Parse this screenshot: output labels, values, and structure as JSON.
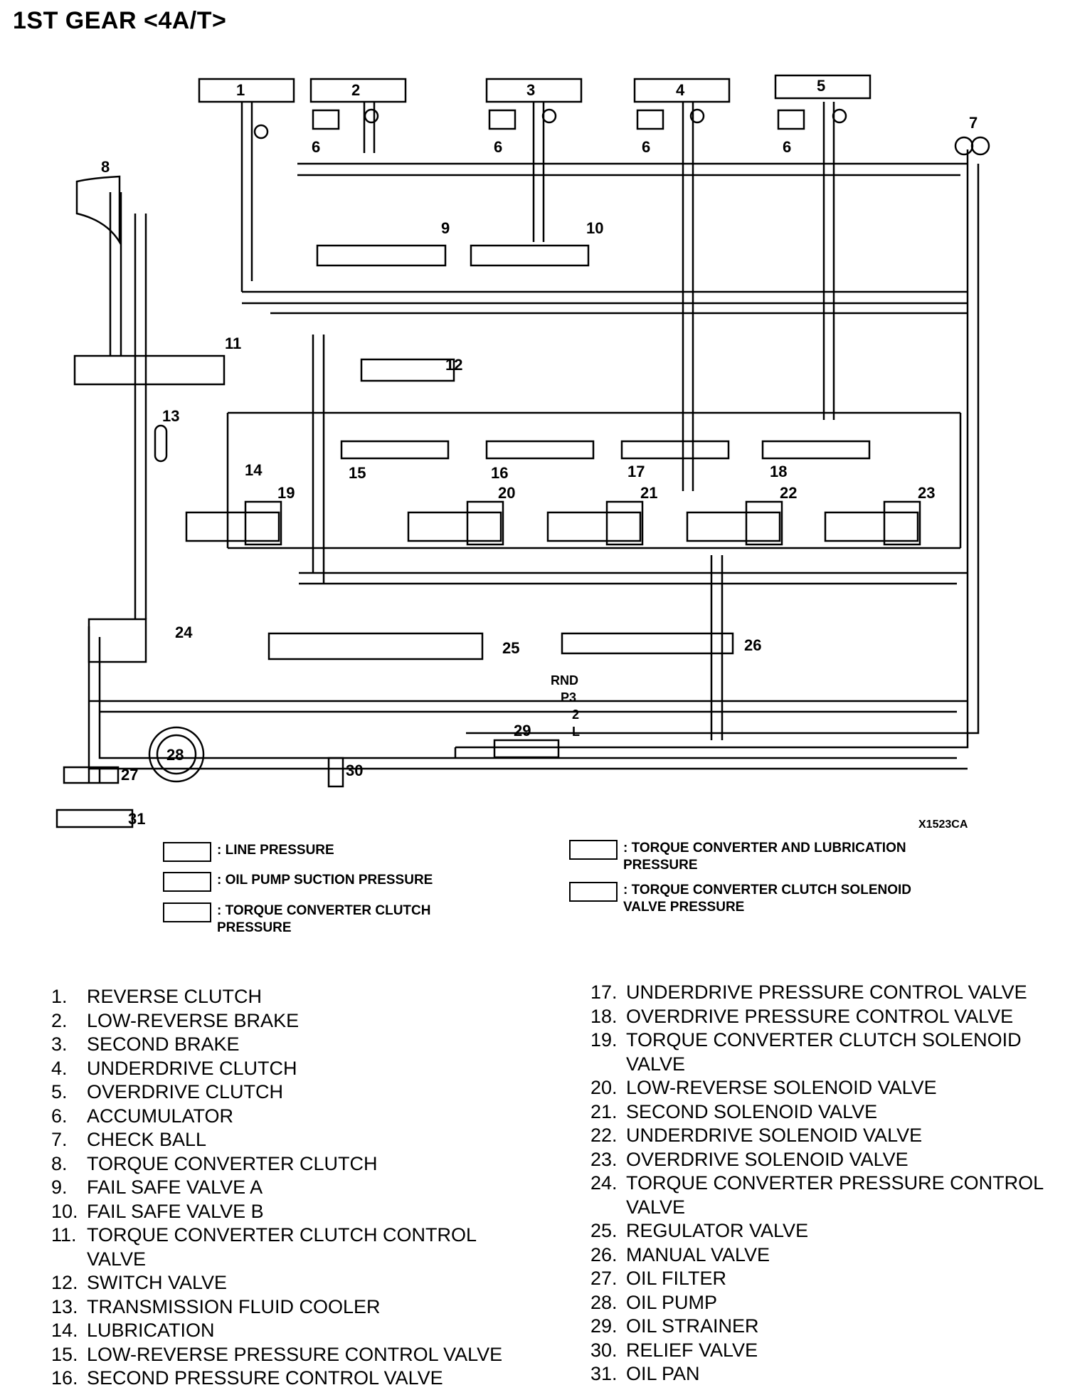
{
  "title": "1ST GEAR <4A/T>",
  "ref_code": "X1523CA",
  "diagram": {
    "callouts": [
      "1",
      "2",
      "3",
      "4",
      "5",
      "6",
      "6",
      "6",
      "6",
      "7",
      "8",
      "9",
      "10",
      "11",
      "12",
      "13",
      "14",
      "15",
      "16",
      "17",
      "18",
      "19",
      "20",
      "21",
      "22",
      "23",
      "24",
      "25",
      "26",
      "27",
      "28",
      "29",
      "30",
      "31"
    ],
    "manual_positions": [
      "RND",
      "P3",
      "2",
      "L"
    ]
  },
  "legend": [
    {
      "text": ": LINE PRESSURE"
    },
    {
      "text": ": OIL PUMP SUCTION PRESSURE"
    },
    {
      "text": ": TORQUE CONVERTER CLUTCH\nPRESSURE"
    },
    {
      "text": ": TORQUE CONVERTER AND LUBRICATION\nPRESSURE"
    },
    {
      "text": ": TORQUE CONVERTER CLUTCH SOLENOID\nVALVE PRESSURE"
    }
  ],
  "parts": [
    {
      "num": "1.",
      "label": "REVERSE CLUTCH"
    },
    {
      "num": "2.",
      "label": "LOW-REVERSE BRAKE"
    },
    {
      "num": "3.",
      "label": "SECOND BRAKE"
    },
    {
      "num": "4.",
      "label": "UNDERDRIVE CLUTCH"
    },
    {
      "num": "5.",
      "label": "OVERDRIVE CLUTCH"
    },
    {
      "num": "6.",
      "label": "ACCUMULATOR"
    },
    {
      "num": "7.",
      "label": "CHECK BALL"
    },
    {
      "num": "8.",
      "label": "TORQUE CONVERTER CLUTCH"
    },
    {
      "num": "9.",
      "label": "FAIL SAFE VALVE A"
    },
    {
      "num": "10.",
      "label": "FAIL SAFE VALVE B"
    },
    {
      "num": "11.",
      "label": "TORQUE CONVERTER CLUTCH CONTROL VALVE"
    },
    {
      "num": "12.",
      "label": "SWITCH VALVE"
    },
    {
      "num": "13.",
      "label": "TRANSMISSION FLUID COOLER"
    },
    {
      "num": "14.",
      "label": "LUBRICATION"
    },
    {
      "num": "15.",
      "label": "LOW-REVERSE PRESSURE CONTROL VALVE"
    },
    {
      "num": "16.",
      "label": "SECOND PRESSURE CONTROL VALVE"
    },
    {
      "num": "17.",
      "label": "UNDERDRIVE PRESSURE CONTROL VALVE"
    },
    {
      "num": "18.",
      "label": "OVERDRIVE PRESSURE CONTROL VALVE"
    },
    {
      "num": "19.",
      "label": "TORQUE CONVERTER CLUTCH SOLENOID VALVE"
    },
    {
      "num": "20.",
      "label": "LOW-REVERSE SOLENOID VALVE"
    },
    {
      "num": "21.",
      "label": "SECOND SOLENOID VALVE"
    },
    {
      "num": "22.",
      "label": "UNDERDRIVE SOLENOID VALVE"
    },
    {
      "num": "23.",
      "label": "OVERDRIVE SOLENOID VALVE"
    },
    {
      "num": "24.",
      "label": "TORQUE CONVERTER PRESSURE CONTROL VALVE"
    },
    {
      "num": "25.",
      "label": "REGULATOR VALVE"
    },
    {
      "num": "26.",
      "label": "MANUAL VALVE"
    },
    {
      "num": "27.",
      "label": "OIL FILTER"
    },
    {
      "num": "28.",
      "label": "OIL PUMP"
    },
    {
      "num": "29.",
      "label": "OIL STRAINER"
    },
    {
      "num": "30.",
      "label": "RELIEF VALVE"
    },
    {
      "num": "31.",
      "label": "OIL PAN"
    }
  ]
}
